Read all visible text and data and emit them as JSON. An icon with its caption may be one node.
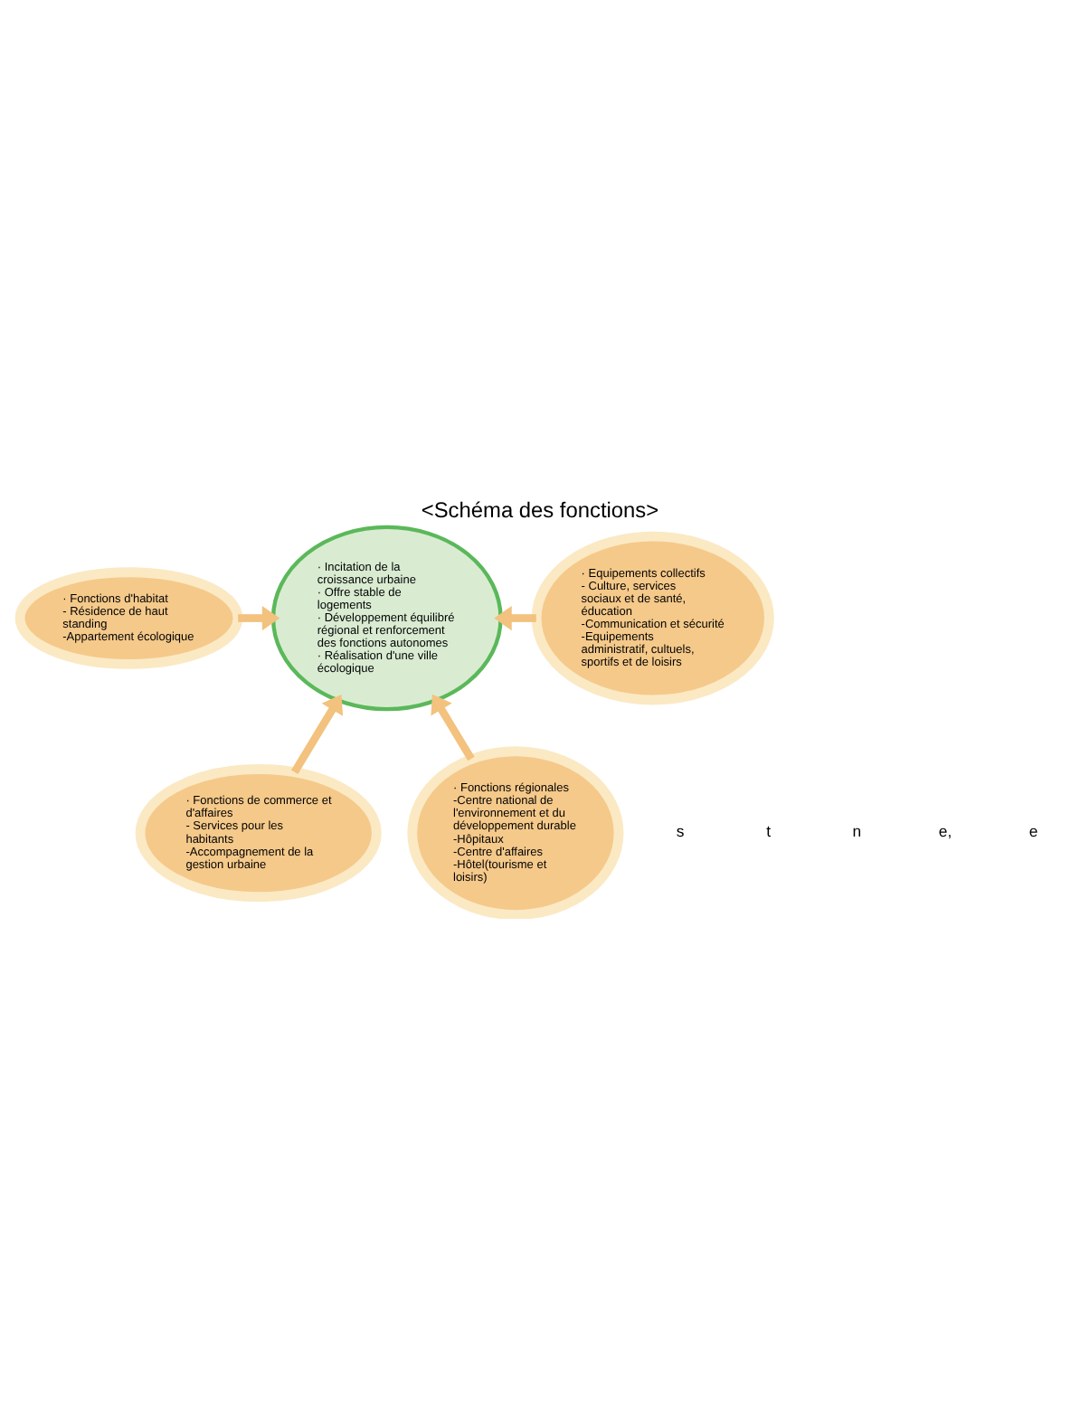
{
  "diagram": {
    "title": "<Schéma des fonctions>",
    "nodes": [
      {
        "text": [
          "· Incitation de la croissance urbaine",
          "· Offre stable de logements",
          "· Développement équilibré régional et renforcement des fonctions autonomes",
          "· Réalisation d'une ville écologique"
        ]
      },
      {
        "text": [
          "· Fonctions d'habitat",
          "- Résidence de haut standing",
          "-Appartement écologique"
        ]
      },
      {
        "text": [
          "· Equipements collectifs",
          "- Culture, services sociaux et de santé, éducation",
          "-Communication et sécurité",
          "-Equipements administratif, cultuels, sportifs et de loisirs"
        ]
      },
      {
        "text": [
          "· Fonctions de commerce et d'affaires",
          "- Services pour les habitants",
          "-Accompagnement de la gestion urbaine"
        ]
      },
      {
        "text": [
          "· Fonctions régionales",
          "-Centre national de l'environnement et du développement durable",
          "-Hôpitaux",
          "-Centre d'affaires",
          "-Hôtel(tourisme et loisirs)"
        ]
      }
    ],
    "edges": [
      {
        "from": 1,
        "to": 0,
        "arrow": "to"
      },
      {
        "from": 2,
        "to": 0,
        "arrow": "to"
      },
      {
        "from": 3,
        "to": 0,
        "arrow": "to"
      },
      {
        "from": 4,
        "to": 0,
        "arrow": "to"
      }
    ],
    "labels": [
      "s",
      "t",
      "n",
      "e,",
      "e"
    ]
  }
}
